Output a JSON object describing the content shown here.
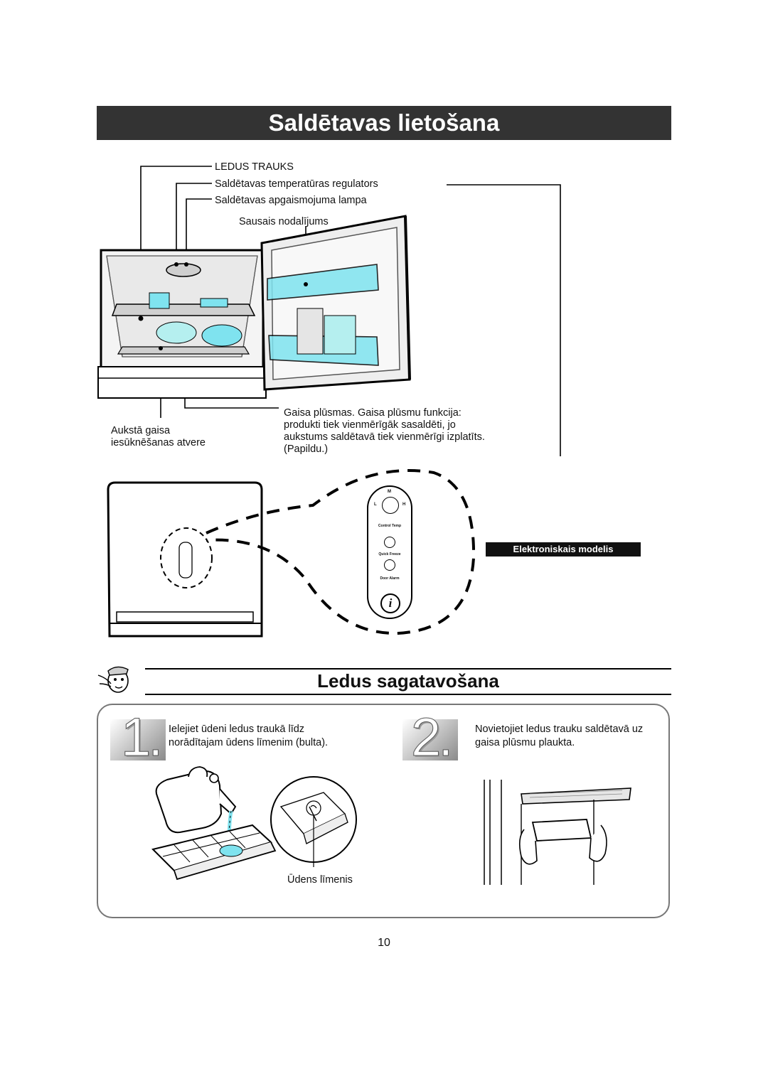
{
  "header": {
    "title": "Saldētavas lietošana"
  },
  "freezer_labels": {
    "ice_tray": "LEDUS TRAUKS",
    "temp_regulator": "Saldētavas temperatūras regulators",
    "lamp": "Saldētavas apgaismojuma lampa",
    "dry_compartment": "Sausais nodalījums",
    "cold_air_line1": "Aukstā gaisa",
    "cold_air_line2": "iesūknēšanas atvere",
    "airflow_line1": "Gaisa plūsmas. Gaisa plūsmu funkcija:",
    "airflow_line2": "produkti tiek vienmērīgāk sasaldēti, jo",
    "airflow_line3": "aukstums saldētavā tiek vienmērīgi izplatīts.",
    "airflow_line4": "(Papildu.)"
  },
  "control_panel": {
    "model_label": "Elektroniskais modelis",
    "dial_m": "M",
    "dial_l": "L",
    "dial_h": "H",
    "control_temp": "Control Temp",
    "quick_freeze": "Quick Freeze",
    "door_alarm": "Door Alarm",
    "info_glyph": "i"
  },
  "section2": {
    "title": "Ledus sagatavošana"
  },
  "steps": [
    {
      "number": "1.",
      "line1": "Ielejiet ūdeni ledus traukā līdz",
      "line2": "norādītajam ūdens līmenim (bulta)."
    },
    {
      "number": "2.",
      "line1": "Novietojiet ledus trauku saldētavā uz",
      "line2": "gaisa plūsmu plaukta."
    }
  ],
  "water_level_label": "Ūdens līmenis",
  "page_number": "10"
}
